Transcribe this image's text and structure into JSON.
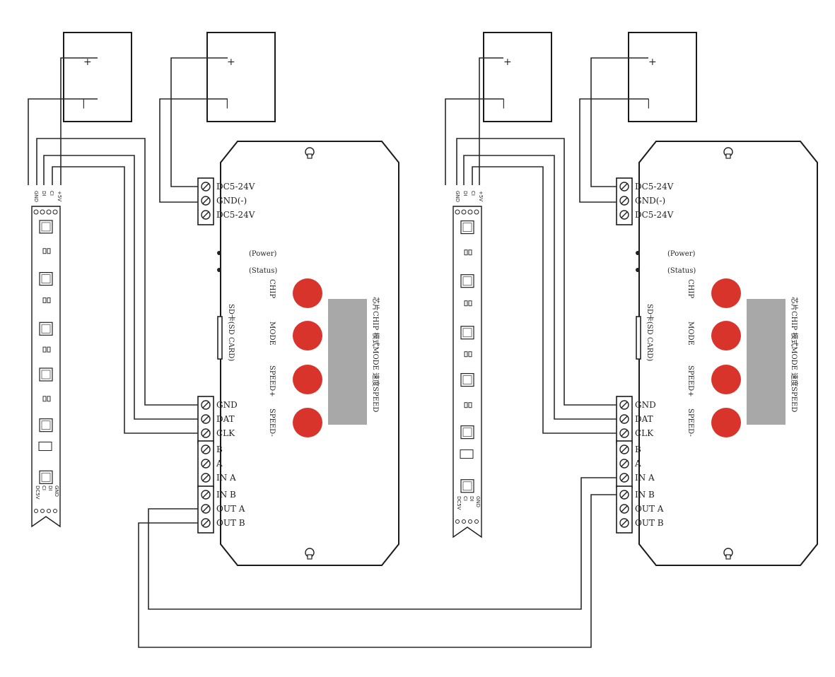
{
  "power_supplies": [
    {
      "plus": "+",
      "minus": "|"
    },
    {
      "plus": "+",
      "minus": "|"
    },
    {
      "plus": "+",
      "minus": "|"
    },
    {
      "plus": "+",
      "minus": "|"
    }
  ],
  "controller": {
    "power_terminals": [
      "DC5-24V",
      "GND(-)",
      "DC5-24V"
    ],
    "indicators": [
      "(Power)",
      "(Status)"
    ],
    "sd_card": "SD卡(SD CARD)",
    "buttons": [
      "CHIP",
      "MODE",
      "SPEED+",
      "SPEED-"
    ],
    "display_labels": "芯片CHIP  模式MODE  速度SPEED",
    "signal_terminals": [
      "GND",
      "DAT",
      "CLK"
    ],
    "ab_terminals": [
      "B",
      "A",
      "IN A"
    ],
    "io_terminals": [
      "IN B",
      "OUT A",
      "OUT B"
    ]
  },
  "strip": {
    "top_labels": [
      "GND",
      "DI",
      "CI",
      "+5V"
    ],
    "pad_labels": [
      "DC5V",
      "CI",
      "DI",
      "GND"
    ]
  },
  "colors": {
    "button_red": "#d9342b",
    "display_gray": "#a8a8a8",
    "line": "#1a1a1a"
  }
}
